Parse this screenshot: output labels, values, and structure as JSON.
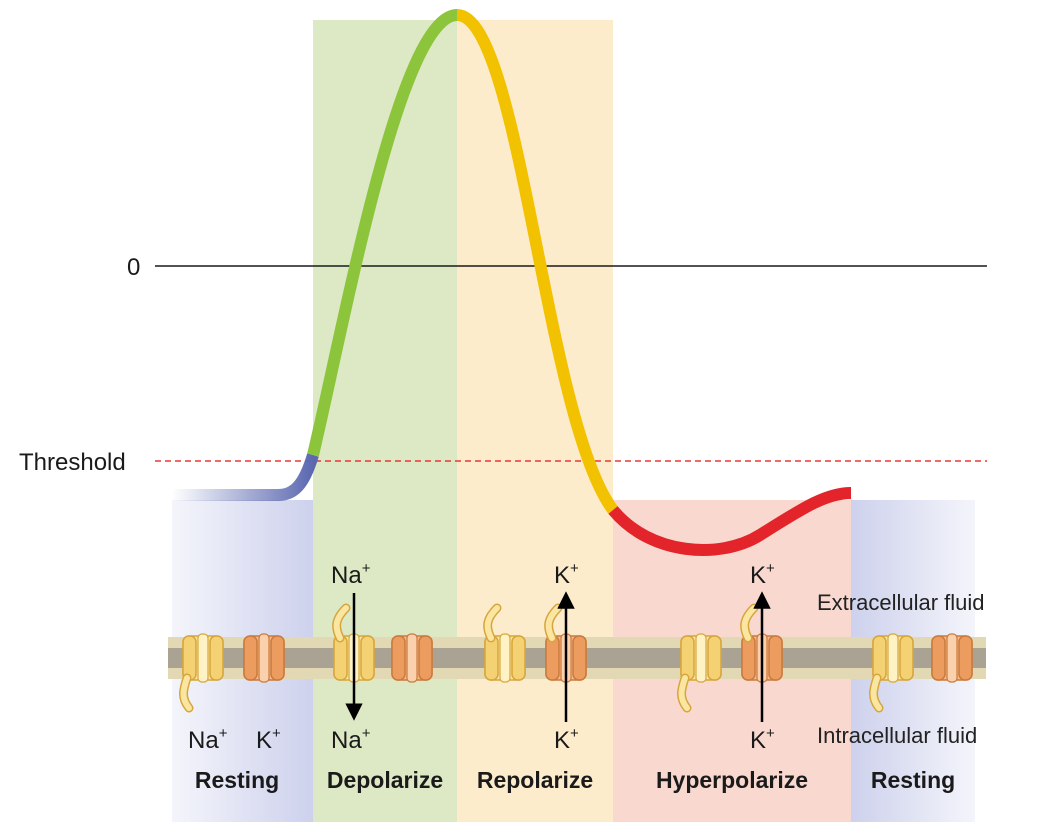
{
  "diagram": {
    "zero_label": "0",
    "threshold_label": "Threshold",
    "fluids": {
      "extracellular": "Extracellular fluid",
      "intracellular": "Intracellular fluid"
    },
    "phases": [
      {
        "key": "resting_1",
        "label": "Resting",
        "color": "#e6e8f5"
      },
      {
        "key": "depolarize",
        "label": "Depolarize",
        "color": "#dde8c4"
      },
      {
        "key": "repolarize",
        "label": "Repolarize",
        "color": "#fdeccc"
      },
      {
        "key": "hyperpolarize",
        "label": "Hyperpolarize",
        "color": "#f9d9cf"
      },
      {
        "key": "resting_2",
        "label": "Resting",
        "color": "#e6e8f5"
      }
    ],
    "curve_colors": {
      "resting": "#5b68b0",
      "depolarize": "#8cc43c",
      "repolarize": "#f2c200",
      "hyperpolarize": "#e3242b"
    },
    "threshold_color": "#e53935",
    "ions": {
      "resting_bottom_na": "Na",
      "resting_bottom_k": "K",
      "depolarize_top": "Na",
      "depolarize_bottom": "Na",
      "repolarize_top": "K",
      "repolarize_bottom": "K",
      "hyperpolarize_top": "K",
      "hyperpolarize_bottom": "K",
      "charge": "+"
    }
  }
}
